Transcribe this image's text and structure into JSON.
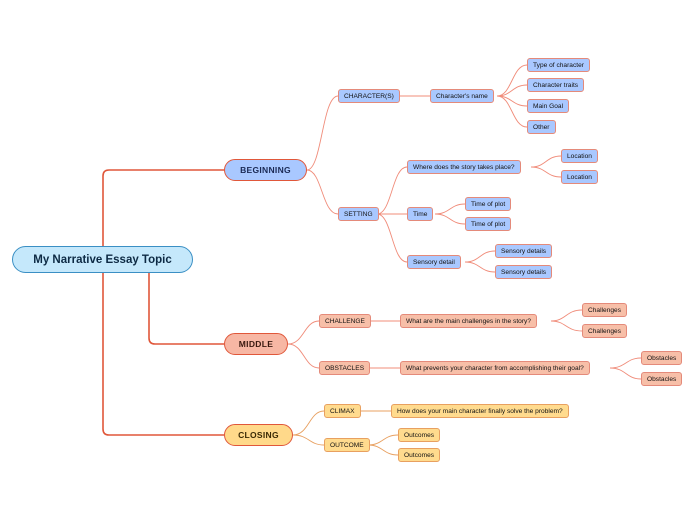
{
  "root": "My Narrative Essay Topic",
  "beginning": {
    "title": "BEGINNING",
    "characters": "CHARACTER(S)",
    "characters_name": "Character's name",
    "type_of_character": "Type of character",
    "character_traits": "Character traits",
    "main_goal": "Main Goal",
    "other": "Other",
    "setting": "SETTING",
    "where": "Where does the story takes place?",
    "location_1": "Location",
    "location_2": "Location",
    "time": "Time",
    "time_of_plot_1": "Time of plot",
    "time_of_plot_2": "Time of plot",
    "sensory_detail": "Sensory detail",
    "sensory_details_1": "Sensory details",
    "sensory_details_2": "Sensory details"
  },
  "middle": {
    "title": "MIDDLE",
    "challenge": "CHALLENGE",
    "challenge_question": "What are the main challenges in the story?",
    "challenges_1": "Challenges",
    "challenges_2": "Challenges",
    "obstacles": "OBSTACLES",
    "obstacles_question": "What prevents your character from accomplishing their goal?",
    "obstacles_1": "Obstacles",
    "obstacles_2": "Obstacles"
  },
  "closing": {
    "title": "CLOSING",
    "climax": "CLIMAX",
    "climax_question": "How does your main character finally solve the problem?",
    "outcome": "OUTCOME",
    "outcomes_1": "Outcomes",
    "outcomes_2": "Outcomes"
  }
}
